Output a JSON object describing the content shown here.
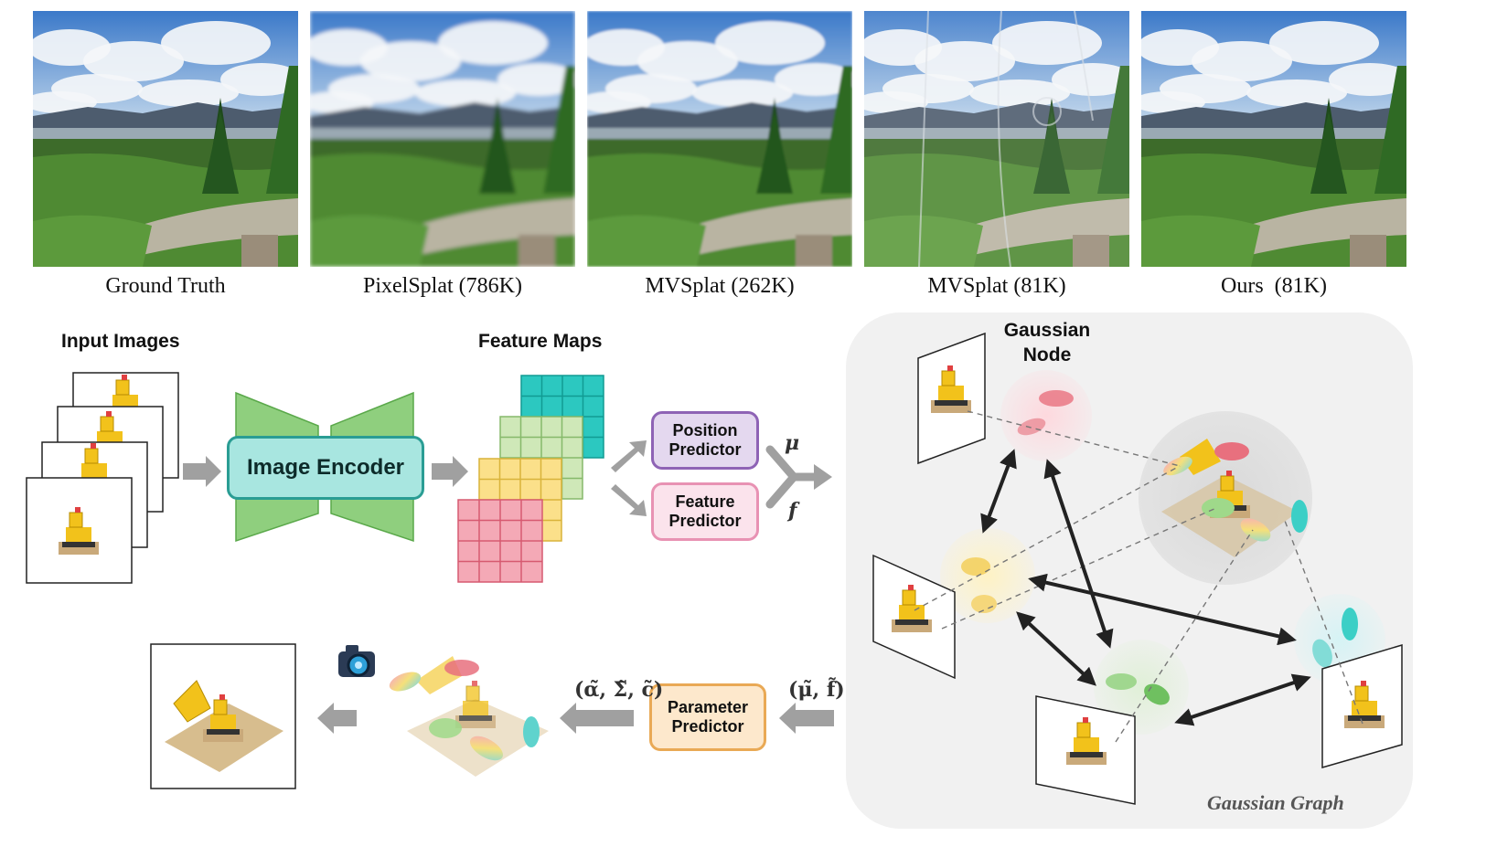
{
  "comparison": {
    "captions": [
      "Ground Truth",
      "PixelSplat (786K)",
      "MVSplat (262K)",
      "MVSplat (81K)",
      "Ours  (81K)"
    ]
  },
  "pipeline": {
    "input_images_label": "Input Images",
    "feature_maps_label": "Feature Maps",
    "encoder_label": "Image Encoder",
    "position_predictor": [
      "Position",
      "Predictor"
    ],
    "feature_predictor": [
      "Feature",
      "Predictor"
    ],
    "parameter_predictor": [
      "Parameter",
      "Predictor"
    ],
    "mu_symbol": "μ",
    "f_symbol": "f",
    "params_in": "(μ̃, f̃)",
    "params_out": "(α̃, Σ̃, c̃)"
  },
  "graph": {
    "node_label": [
      "Gaussian",
      "Node"
    ],
    "title": "Gaussian Graph"
  },
  "colors": {
    "encoder_fill": "#a8e6e0",
    "encoder_border": "#2a9d94",
    "encoder_wing": "#8fcf7e",
    "position_fill": "#e4d8ef",
    "position_border": "#8e63b5",
    "feature_fill": "#fbe3ec",
    "feature_border": "#e892b3",
    "parameter_fill": "#fde8cc",
    "parameter_border": "#e9a955",
    "arrow_gray": "#a0a0a0",
    "panel_bg": "#f1f1f1"
  }
}
